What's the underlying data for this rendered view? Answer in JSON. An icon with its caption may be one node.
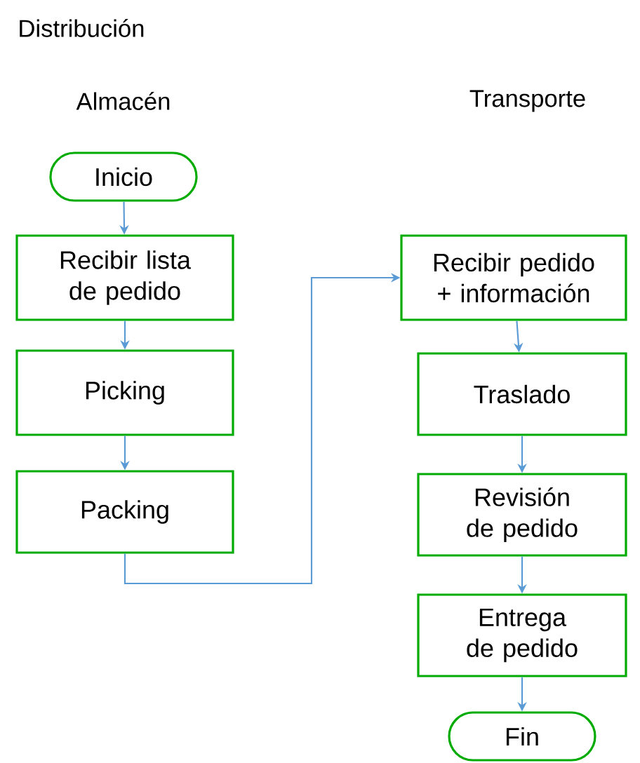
{
  "diagram": {
    "title": "Distribución",
    "nodes": [
      {
        "text": [
          "Inicio"
        ]
      },
      {
        "text": [
          "Recibir lista de pedido"
        ]
      },
      {
        "text": [
          "Picking"
        ]
      },
      {
        "text": [
          "Packing"
        ]
      },
      {
        "text": [
          "Recibir pedido + información"
        ]
      },
      {
        "text": [
          "Traslado"
        ]
      },
      {
        "text": [
          "Revisión de pedido"
        ]
      },
      {
        "text": [
          "Entrega de pedido"
        ]
      },
      {
        "text": [
          "Fin"
        ]
      }
    ],
    "edges": [
      {
        "from": 0,
        "to": 1,
        "arrow": "to"
      },
      {
        "from": 1,
        "to": 2,
        "arrow": "to"
      },
      {
        "from": 2,
        "to": 3,
        "arrow": "to"
      },
      {
        "from": 3,
        "to": 4,
        "arrow": "to"
      },
      {
        "from": 4,
        "to": 5,
        "arrow": "to"
      },
      {
        "from": 5,
        "to": 6,
        "arrow": "to"
      },
      {
        "from": 6,
        "to": 7,
        "arrow": "to"
      },
      {
        "from": 7,
        "to": 8,
        "arrow": "to"
      }
    ],
    "labels": [
      "Almacén",
      "Transporte"
    ]
  }
}
